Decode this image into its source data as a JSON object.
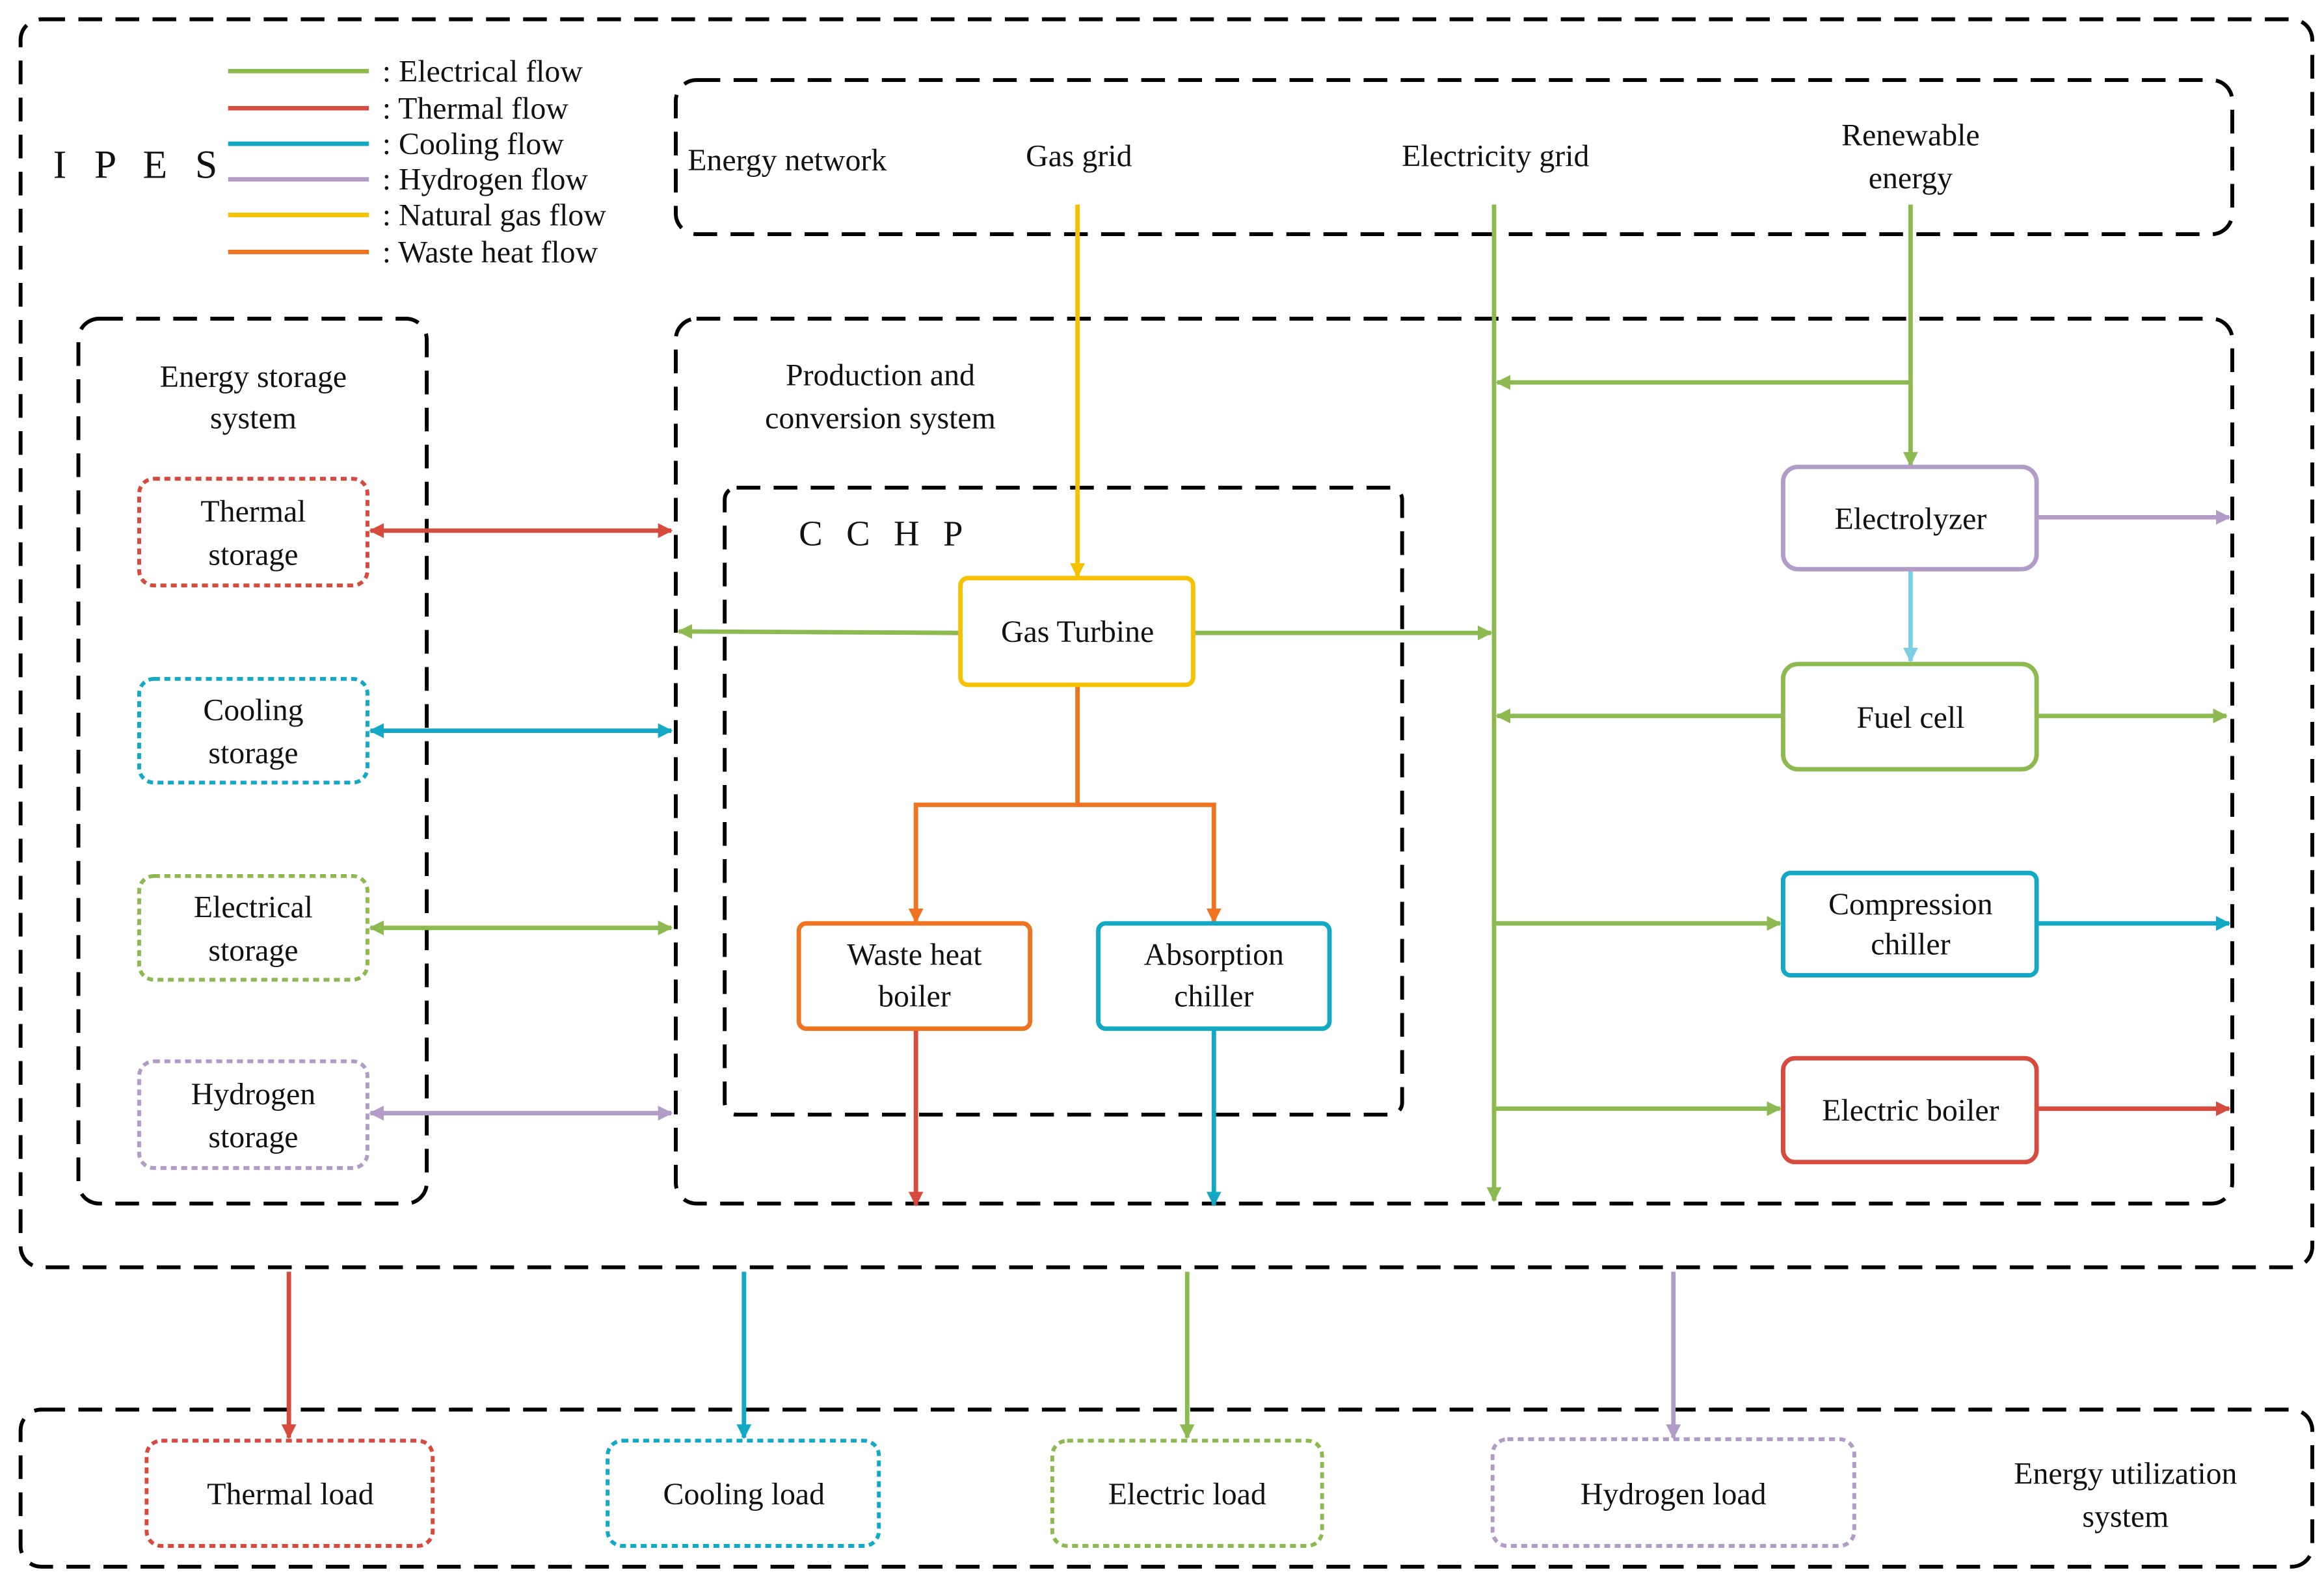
{
  "colors": {
    "electrical": "#8cba50",
    "thermal": "#d64b3e",
    "cooling": "#13a9c5",
    "hydrogen": "#b39bc8",
    "natural_gas": "#f6c100",
    "waste_heat": "#f07320",
    "light_blue": "#7dcde4",
    "frame": "#000000"
  },
  "legend": [
    {
      "label": ": Electrical flow",
      "color": "electrical"
    },
    {
      "label": ": Thermal flow",
      "color": "thermal"
    },
    {
      "label": ": Cooling flow",
      "color": "cooling"
    },
    {
      "label": ": Hydrogen flow",
      "color": "hydrogen"
    },
    {
      "label": ": Natural gas flow",
      "color": "natural_gas"
    },
    {
      "label": ": Waste heat flow",
      "color": "waste_heat"
    }
  ],
  "groups": {
    "ipes": "I P E S",
    "energy_network": "Energy network",
    "storage_line1": "Energy storage",
    "storage_line2": "system",
    "production_line1": "Production and",
    "production_line2": "conversion system",
    "cchp": "C C H P",
    "utilization_line1": "Energy utilization",
    "utilization_line2": "system"
  },
  "network": {
    "gas_grid": "Gas grid",
    "electricity_grid": "Electricity grid",
    "renewable_line1": "Renewable",
    "renewable_line2": "energy"
  },
  "storage": {
    "thermal": [
      "Thermal",
      "storage"
    ],
    "cooling": [
      "Cooling",
      "storage"
    ],
    "electrical": [
      "Electrical",
      "storage"
    ],
    "hydrogen": [
      "Hydrogen",
      "storage"
    ]
  },
  "devices": {
    "gas_turbine": "Gas Turbine",
    "waste_heat_boiler": [
      "Waste heat",
      "boiler"
    ],
    "absorption_chiller": [
      "Absorption",
      "chiller"
    ],
    "electrolyzer": "Electrolyzer",
    "fuel_cell": "Fuel cell",
    "compression_chiller": [
      "Compression",
      "chiller"
    ],
    "electric_boiler": "Electric boiler"
  },
  "loads": {
    "thermal": "Thermal load",
    "cooling": "Cooling load",
    "electric": "Electric load",
    "hydrogen": "Hydrogen load"
  }
}
